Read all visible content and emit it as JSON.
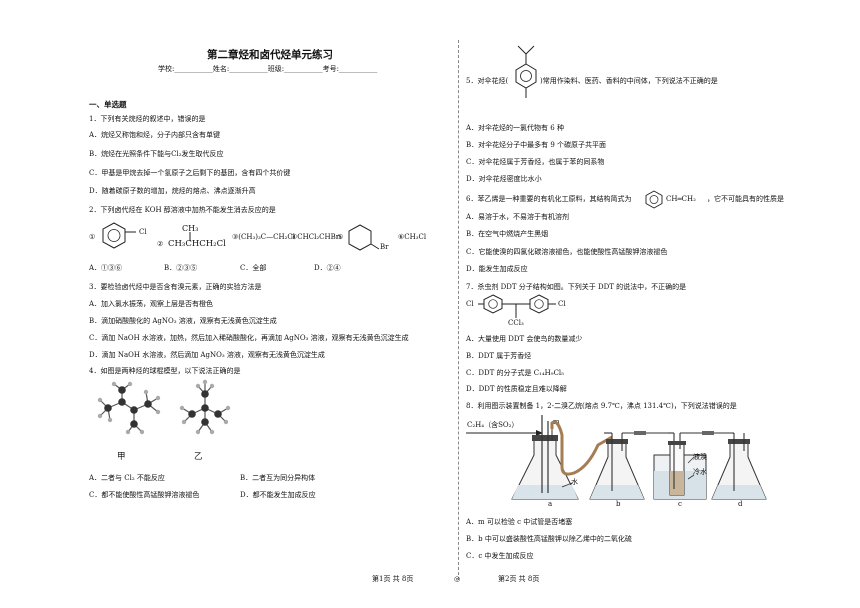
{
  "header": {
    "title": "第二章烃和卤代烃单元练习",
    "info_line": "学校:___________姓名:___________班级:___________考号:___________"
  },
  "section": {
    "heading": "一、单选题"
  },
  "q1": {
    "stem": "1．下列有关烷烃的叙述中，错误的是",
    "A": "A．烷烃又称饱和烃，分子内部只含有单键",
    "B": "B．烷烃在光照条件下能与Cl₂发生取代反应",
    "C": "C．甲基是甲烷去掉一个氢原子之后剩下的基团，含有四个共价键",
    "D": "D．随着碳原子数的增加，烷烃的熔点、沸点逐渐升高"
  },
  "q2": {
    "stem": "2．下列卤代烃在 KOH 醇溶液中加热不能发生消去反应的是",
    "o1": "①",
    "o1_cl": "Cl",
    "o2": "②",
    "o2_ch3": "CH₃",
    "o2_main": "CH₃CHCH₂Cl",
    "o3": "③(CH₃)₃C—CH₂Cl",
    "o4": "④CHCl₂CHBr₂",
    "o5": "⑤",
    "o5_br": "Br",
    "o6": "⑥CH₃Cl",
    "A": "A．①③⑥",
    "B": "B．②③⑤",
    "C": "C．全部",
    "D": "D．②④"
  },
  "q3": {
    "stem": "3．要检验卤代烃中是否含有溴元素，正确的实验方法是",
    "A": "A．加入氯水振荡，观察上层是否有橙色",
    "B": "B．滴加硝酸酸化的 AgNO₃ 溶液，观察有无浅黄色沉淀生成",
    "C": "C．滴加 NaOH 水溶液，加热，然后加入稀硝酸酸化，再滴加 AgNO₃ 溶液，观察有无浅黄色沉淀生成",
    "D": "D．滴加 NaOH 水溶液，然后滴加 AgNO₃ 溶液，观察有无浅黄色沉淀生成"
  },
  "q4": {
    "stem": "4．如图是两种烃的球棍模型，以下说法正确的是",
    "label_jia": "甲",
    "label_yi": "乙",
    "A": "A．二者与 Cl₂ 不能反应",
    "B": "B．二者互为同分异构体",
    "C": "C．都不能使酸性高锰酸钾溶液褪色",
    "D": "D．都不能发生加成反应"
  },
  "q5": {
    "stem_pre": "5．对伞花烃(",
    "stem_post": ")常用作染料、医药、香料的中间体，下列说法不正确的是",
    "A": "A．对伞花烃的一氯代物有 6 种",
    "B": "B．对伞花烃分子中最多有 9 个碳原子共平面",
    "C": "C．对伞花烃属于芳香烃，也属于苯的同系物",
    "D": "D．对伞花烃密度比水小"
  },
  "q6": {
    "stem_pre": "6．苯乙烯是一种重要的有机化工原料，其结构简式为",
    "ch_eq": "CH═CH₂",
    "stem_post": "，它不可能具有的性质是",
    "A": "A．易溶于水，不易溶于有机溶剂",
    "B": "B．在空气中燃烧产生黑烟",
    "C": "C．它能使溴的四氯化碳溶液褪色，也能使酸性高锰酸钾溶液褪色",
    "D": "D．能发生加成反应"
  },
  "q7": {
    "stem": "7．杀虫剂 DDT 分子结构如图。下列关于 DDT 的说法中，不正确的是",
    "cl_left": "Cl",
    "cl_right": "Cl",
    "ccl3": "CCl₃",
    "A": "A．大量使用 DDT 会使鸟的数量减少",
    "B": "B．DDT 属于芳香烃",
    "C": "C．DDT 的分子式是 C₁₄H₉Cl₅",
    "D": "D．DDT 的性质稳定且难以降解"
  },
  "q8": {
    "stem": "8．利用图示装置制备 1，2-二溴乙烷(熔点 9.7℃，沸点 131.4℃)，下列说法错误的是",
    "gas_label": "C₂H₄（含SO₂）",
    "m_label": "m",
    "water_label": "水",
    "bromine_label": "液溴",
    "cold_label": "冷水",
    "a": "a",
    "b": "b",
    "c": "c",
    "d": "d",
    "A": "A．m 可以检验 c 中试管是否堵塞",
    "B": "B．b 中可以盛装酸性高锰酸钾以除乙烯中的二氧化硫",
    "C": "C．c 中发生加成反应"
  },
  "footer": {
    "left": "第1页 共 8页",
    "mid": "◎",
    "right": "第2页 共 8页"
  }
}
